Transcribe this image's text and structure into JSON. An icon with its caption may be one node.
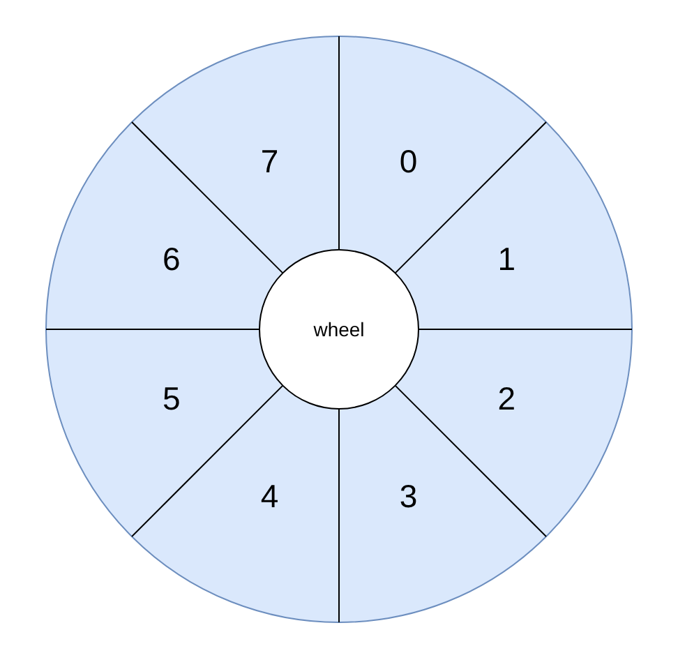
{
  "diagram": {
    "nodes": [
      {
        "text": [
          "0"
        ]
      },
      {
        "text": [
          "1"
        ]
      },
      {
        "text": [
          "2"
        ]
      },
      {
        "text": [
          "3"
        ]
      },
      {
        "text": [
          "4"
        ]
      },
      {
        "text": [
          "5"
        ]
      },
      {
        "text": [
          "6"
        ]
      },
      {
        "text": [
          "7"
        ]
      },
      {
        "text": [
          "wheel"
        ]
      }
    ]
  }
}
